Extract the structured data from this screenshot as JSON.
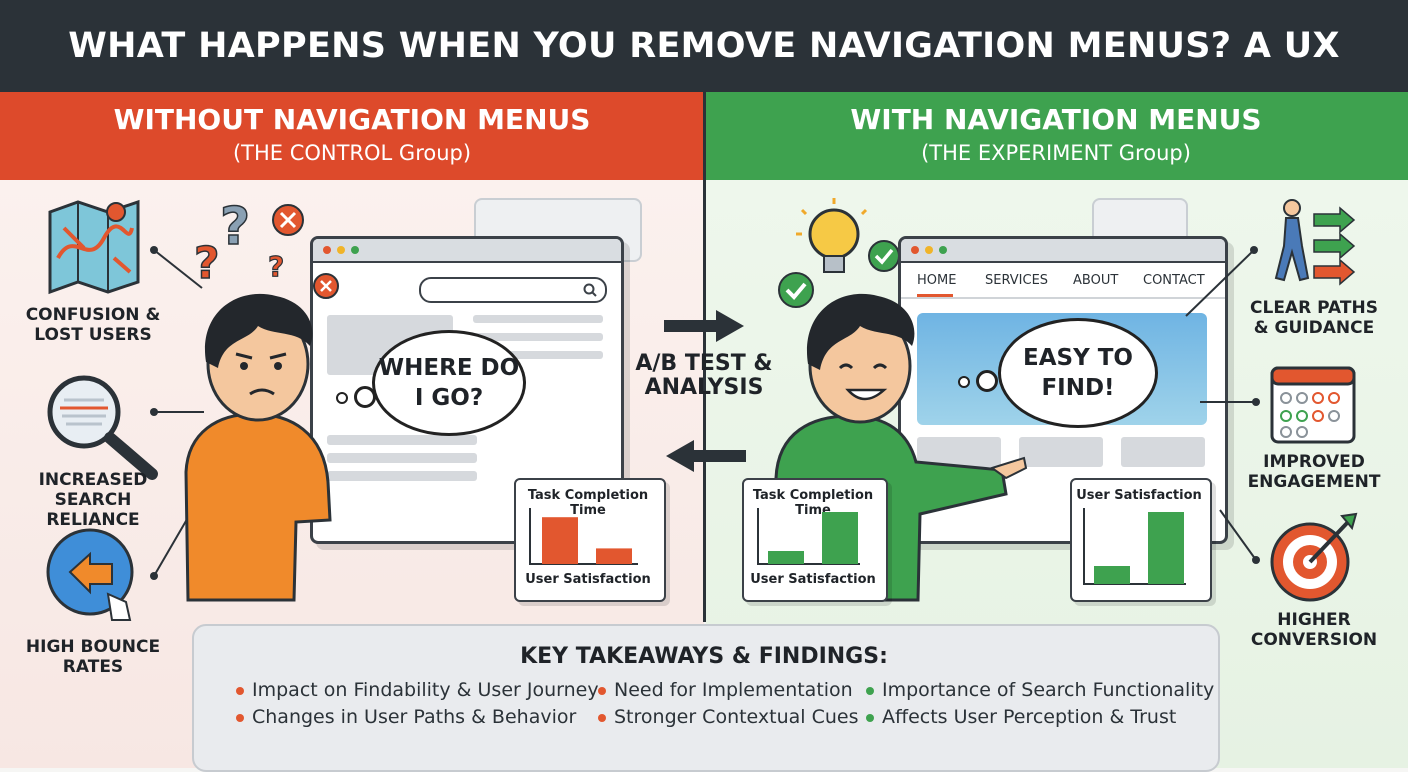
{
  "title": "WHAT HAPPENS WHEN YOU REMOVE NAVIGATION MENUS? A UX EXPERIMENT",
  "left": {
    "heading": "WITHOUT NAVIGATION MENUS",
    "subheading": "(THE CONTROL Group)",
    "accent": "#dd4a2b",
    "issues": [
      {
        "label": "CONFUSION & LOST USERS",
        "icon": "map-icon"
      },
      {
        "label": "INCREASED SEARCH RELIANCE",
        "icon": "magnifier-icon"
      },
      {
        "label": "HIGH BOUNCE RATES",
        "icon": "back-arrow-icon"
      }
    ],
    "thought": "WHERE DO I GO?",
    "chart": {
      "title": "Task Completion Time",
      "caption": "User Satisfaction",
      "values": [
        0.9,
        0.3
      ],
      "color": "#e2572f"
    }
  },
  "center": {
    "label": "A/B TEST & ANALYSIS"
  },
  "right": {
    "heading": "WITH NAVIGATION MENUS",
    "subheading": "(THE EXPERIMENT Group)",
    "accent": "#3ea24f",
    "nav": [
      "HOME",
      "SERVICES",
      "ABOUT",
      "CONTACT"
    ],
    "thought": "EASY TO FIND!",
    "benefits": [
      {
        "label": "CLEAR PATHS & GUIDANCE",
        "icon": "walking-person-icon"
      },
      {
        "label": "IMPROVED ENGAGEMENT",
        "icon": "calendar-icon"
      },
      {
        "label": "HIGHER CONVERSION",
        "icon": "target-icon"
      }
    ],
    "chart1": {
      "title": "Task Completion Time",
      "caption": "User Satisfaction",
      "values": [
        0.25,
        1.0
      ],
      "color": "#3ea24f"
    },
    "chart2": {
      "title": "User Satisfaction",
      "values": [
        0.25,
        1.0
      ],
      "color": "#3ea24f"
    }
  },
  "takeaways": {
    "title": "KEY TAKEAWAYS & FINDINGS:",
    "items": [
      {
        "text": "Impact on Findability & User Journey",
        "color": "#e2572f"
      },
      {
        "text": "Changes in User Paths & Behavior",
        "color": "#e2572f"
      },
      {
        "text": "Need for Implementation",
        "color": "#e2572f"
      },
      {
        "text": "Stronger Contextual Cues",
        "color": "#e2572f"
      },
      {
        "text": "Importance of Search Functionality",
        "color": "#3ea24f"
      },
      {
        "text": "Affects User Perception & Trust",
        "color": "#3ea24f"
      }
    ]
  }
}
